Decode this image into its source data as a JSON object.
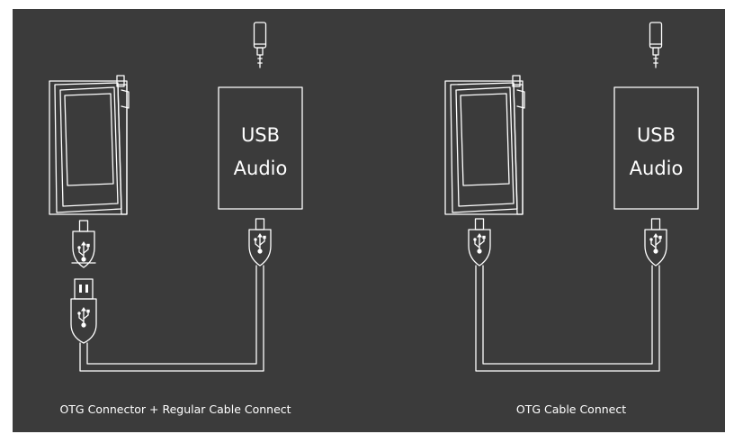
{
  "left_setup": {
    "box": {
      "line1": "USB",
      "line2": "Audio"
    },
    "caption": "OTG Connector + Regular Cable Connect"
  },
  "right_setup": {
    "box": {
      "line1": "USB",
      "line2": "Audio"
    },
    "caption": "OTG Cable Connect"
  }
}
